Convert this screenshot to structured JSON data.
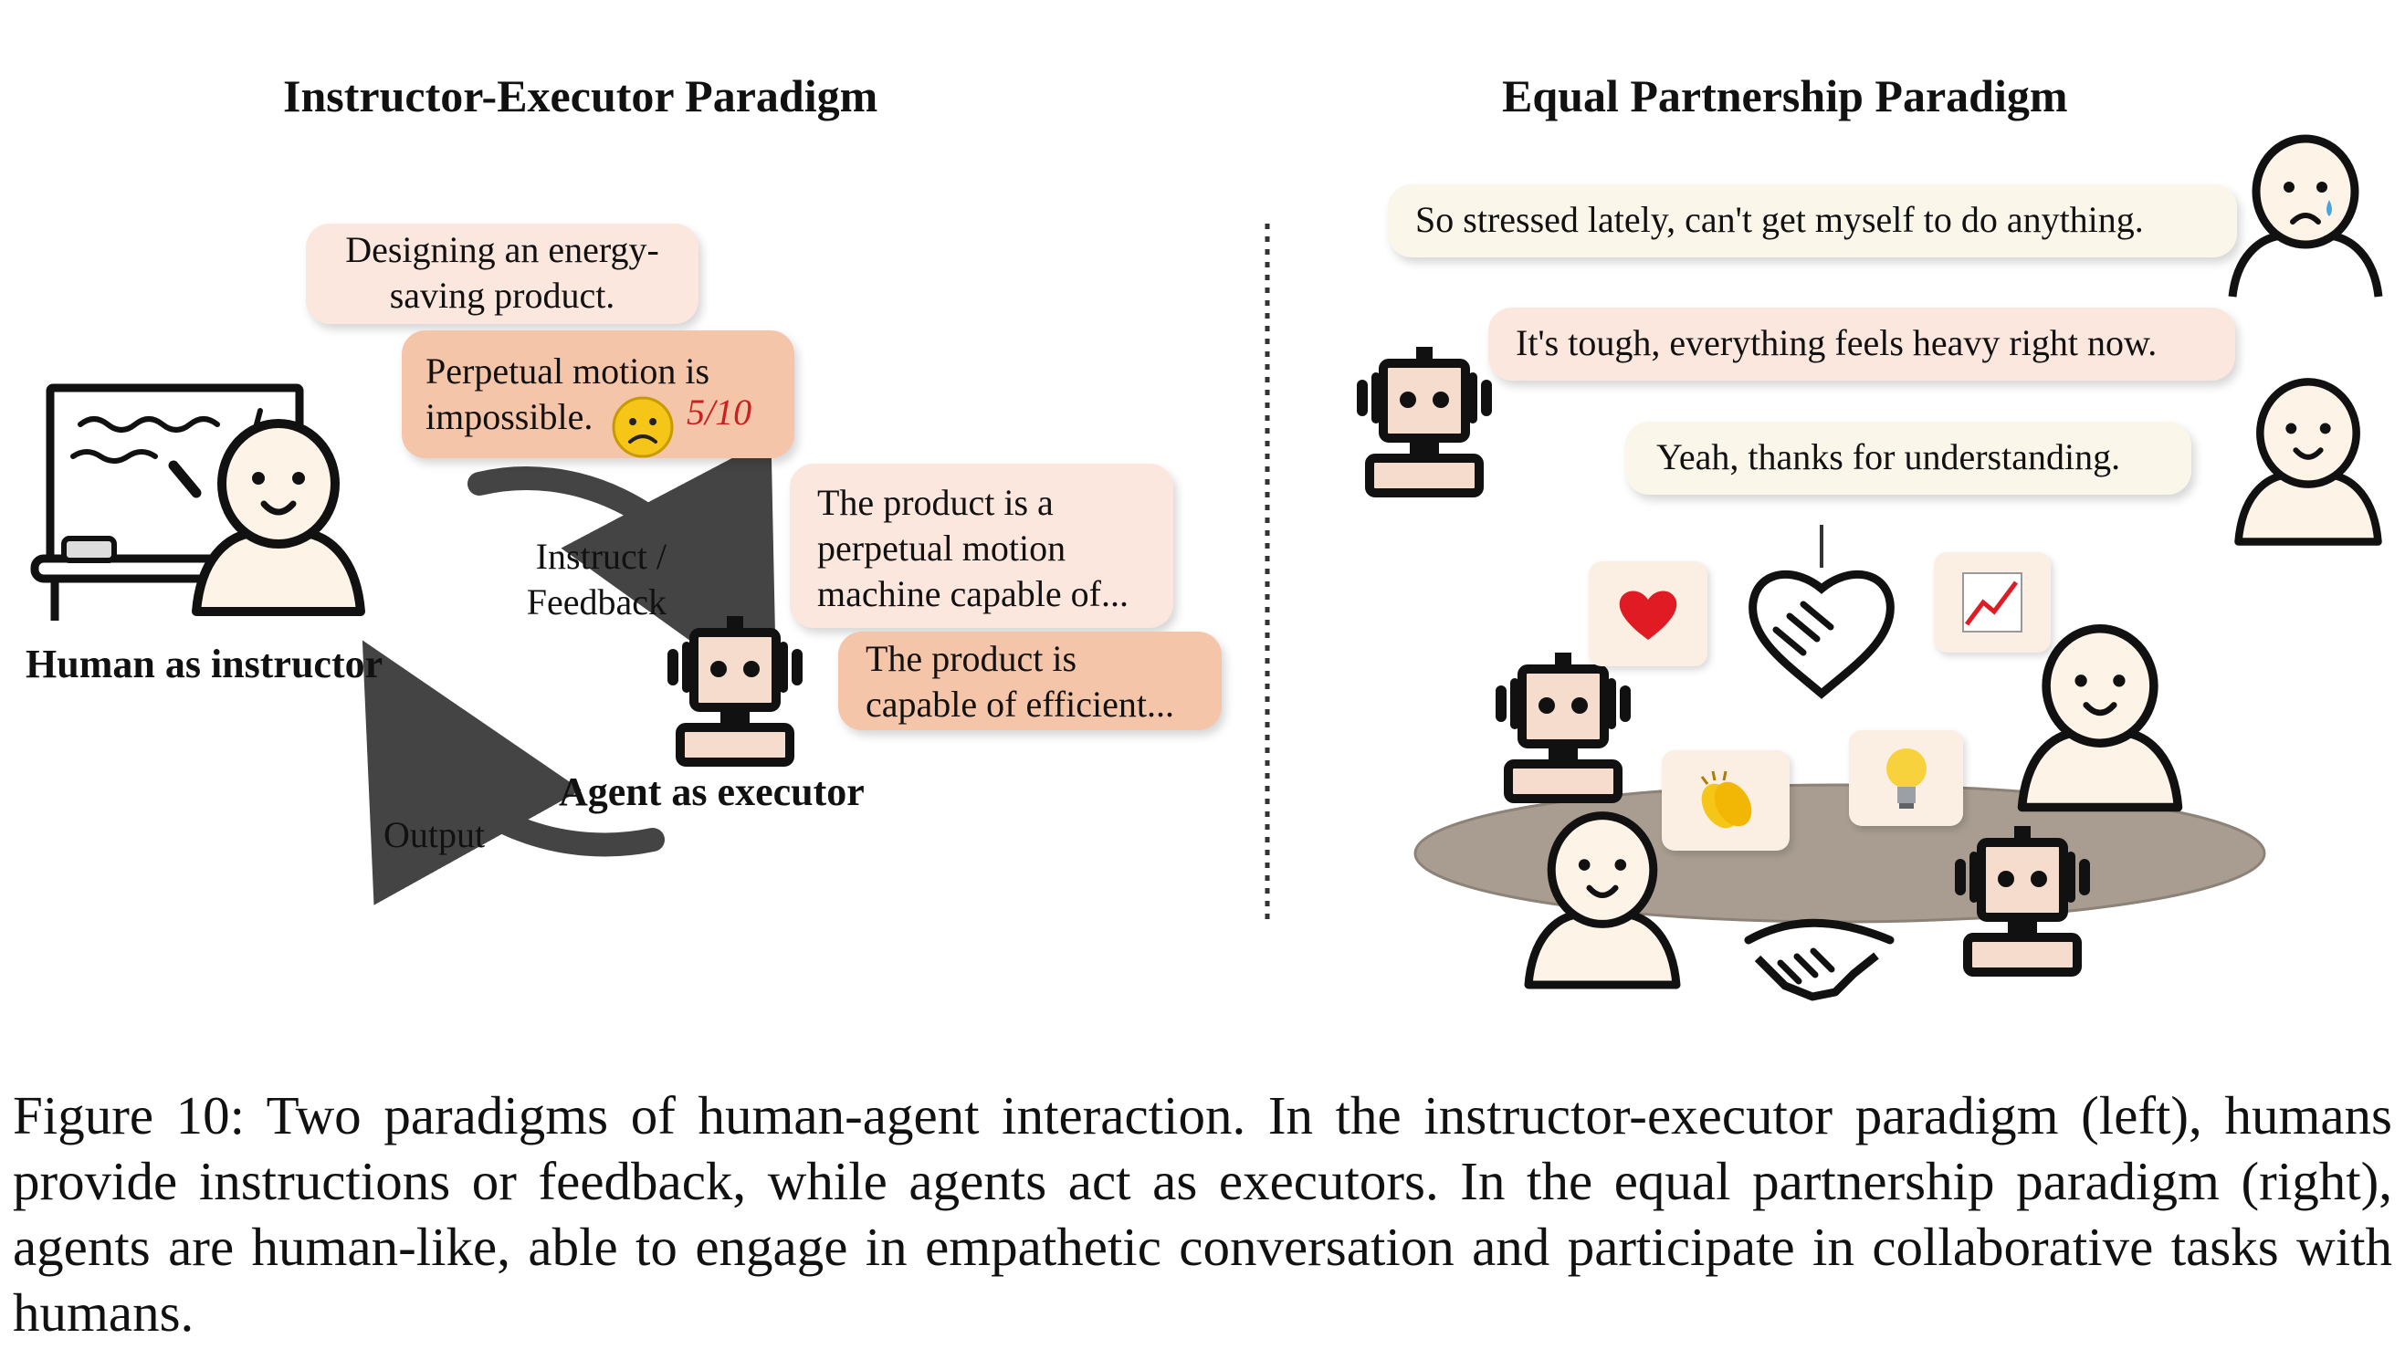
{
  "left_panel": {
    "title": "Instructor-Executor Paradigm",
    "bubble_task": "Designing an energy-saving product.",
    "bubble_critique": "Perpetual motion is impossible.",
    "score": "5/10",
    "bubble_agent_1": "The product is a perpetual motion machine capable of...",
    "bubble_agent_2": "The product is capable of efficient...",
    "arrow_instruct_label": "Instruct / Feedback",
    "arrow_output_label": "Output",
    "human_label": "Human as instructor",
    "agent_label": "Agent as executor"
  },
  "right_panel": {
    "title": "Equal Partnership Paradigm",
    "chat_1": "So stressed lately, can't get myself to do anything.",
    "chat_2": "It's tough, everything feels heavy right now.",
    "chat_3": "Yeah, thanks for understanding.",
    "icons": [
      "heart-emoji",
      "handshake-heart-icon",
      "chart-increasing-emoji",
      "clapping-hands-emoji",
      "light-bulb-emoji",
      "handshake-icon"
    ]
  },
  "caption": "Figure 10: Two paradigms of human-agent interaction. In the instructor-executor paradigm (left), humans provide instructions or feedback, while agents act as executors. In the equal partnership paradigm (right), agents are human-like, able to engage in empathetic conversation and participate in collaborative tasks with humans.",
  "colors": {
    "bubble_light": "#fbe7dd",
    "bubble_dark": "#f5c5a9",
    "bubble_cream": "#fbf6ea",
    "figure_fill": "#fdf3e6",
    "robot_face": "#f6dccc",
    "arrow": "#444444",
    "table": "#a89d90",
    "score_red": "#cc1f1f"
  }
}
